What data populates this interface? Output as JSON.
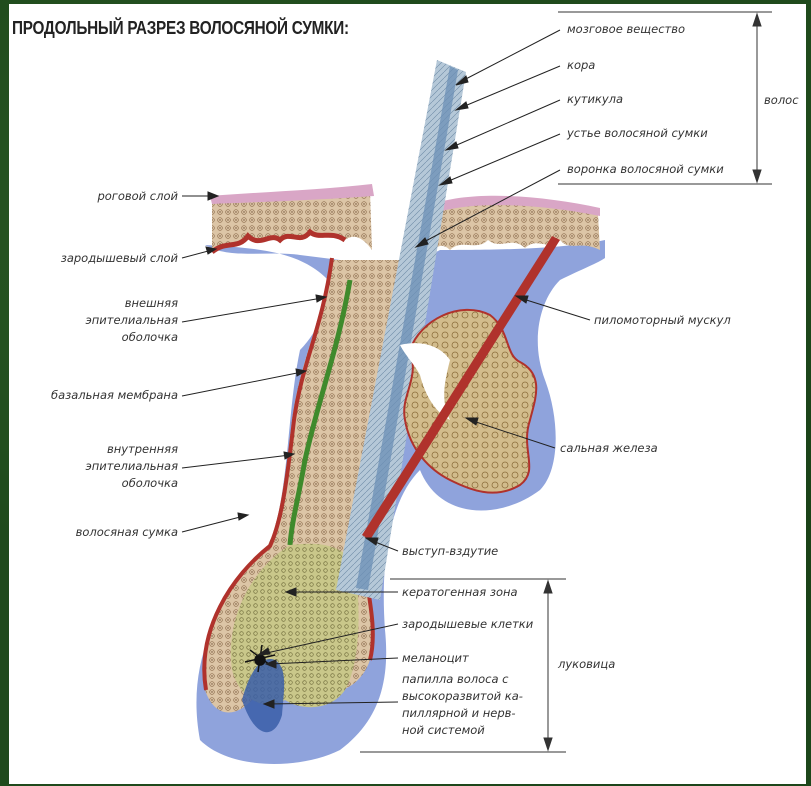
{
  "title": "ПРОДОЛЬНЫЙ РАЗРЕЗ ВОЛОСЯНОЙ СУМКИ:",
  "labels_right": {
    "medulla": "мозговое вещество",
    "cortex": "кора",
    "cuticle": "кутикула",
    "orifice": "устье волосяной сумки",
    "funnel": "воронка волосяной сумки",
    "hair": "волос",
    "arrector": "пиломоторный мускул",
    "sebaceous": "сальная железа",
    "bulge": "выступ-вздутие",
    "keratogenous": "кератогенная зона",
    "germinal_cells": "зародышевые клетки",
    "melanocyte": "меланоцит",
    "papilla": "папилла волоса с\nвысокоразвитой ка-\nпиллярной и нерв-\nной системой",
    "bulb": "луковица"
  },
  "labels_left": {
    "stratum_corneum": "роговой слой",
    "germinal_layer": "зародышевый слой",
    "outer_sheath": "внешняя\nэпителиальная\nоболочка",
    "basal_membrane": "базальная мембрана",
    "inner_sheath": "внутренняя\nэпителиальная\nоболочка",
    "follicle": "волосяная сумка"
  },
  "colors": {
    "background": "#1f4a1c",
    "panel": "#ffffff",
    "dermis_blue": "#7b93d6",
    "epidermis_tan": "#d9c3a5",
    "pink_layer": "#d9a6c6",
    "red_membrane": "#b0322c",
    "green_sheath": "#3f8a2c",
    "hair_shaft": "#9fb6cc",
    "gland": "#cdb88e"
  }
}
